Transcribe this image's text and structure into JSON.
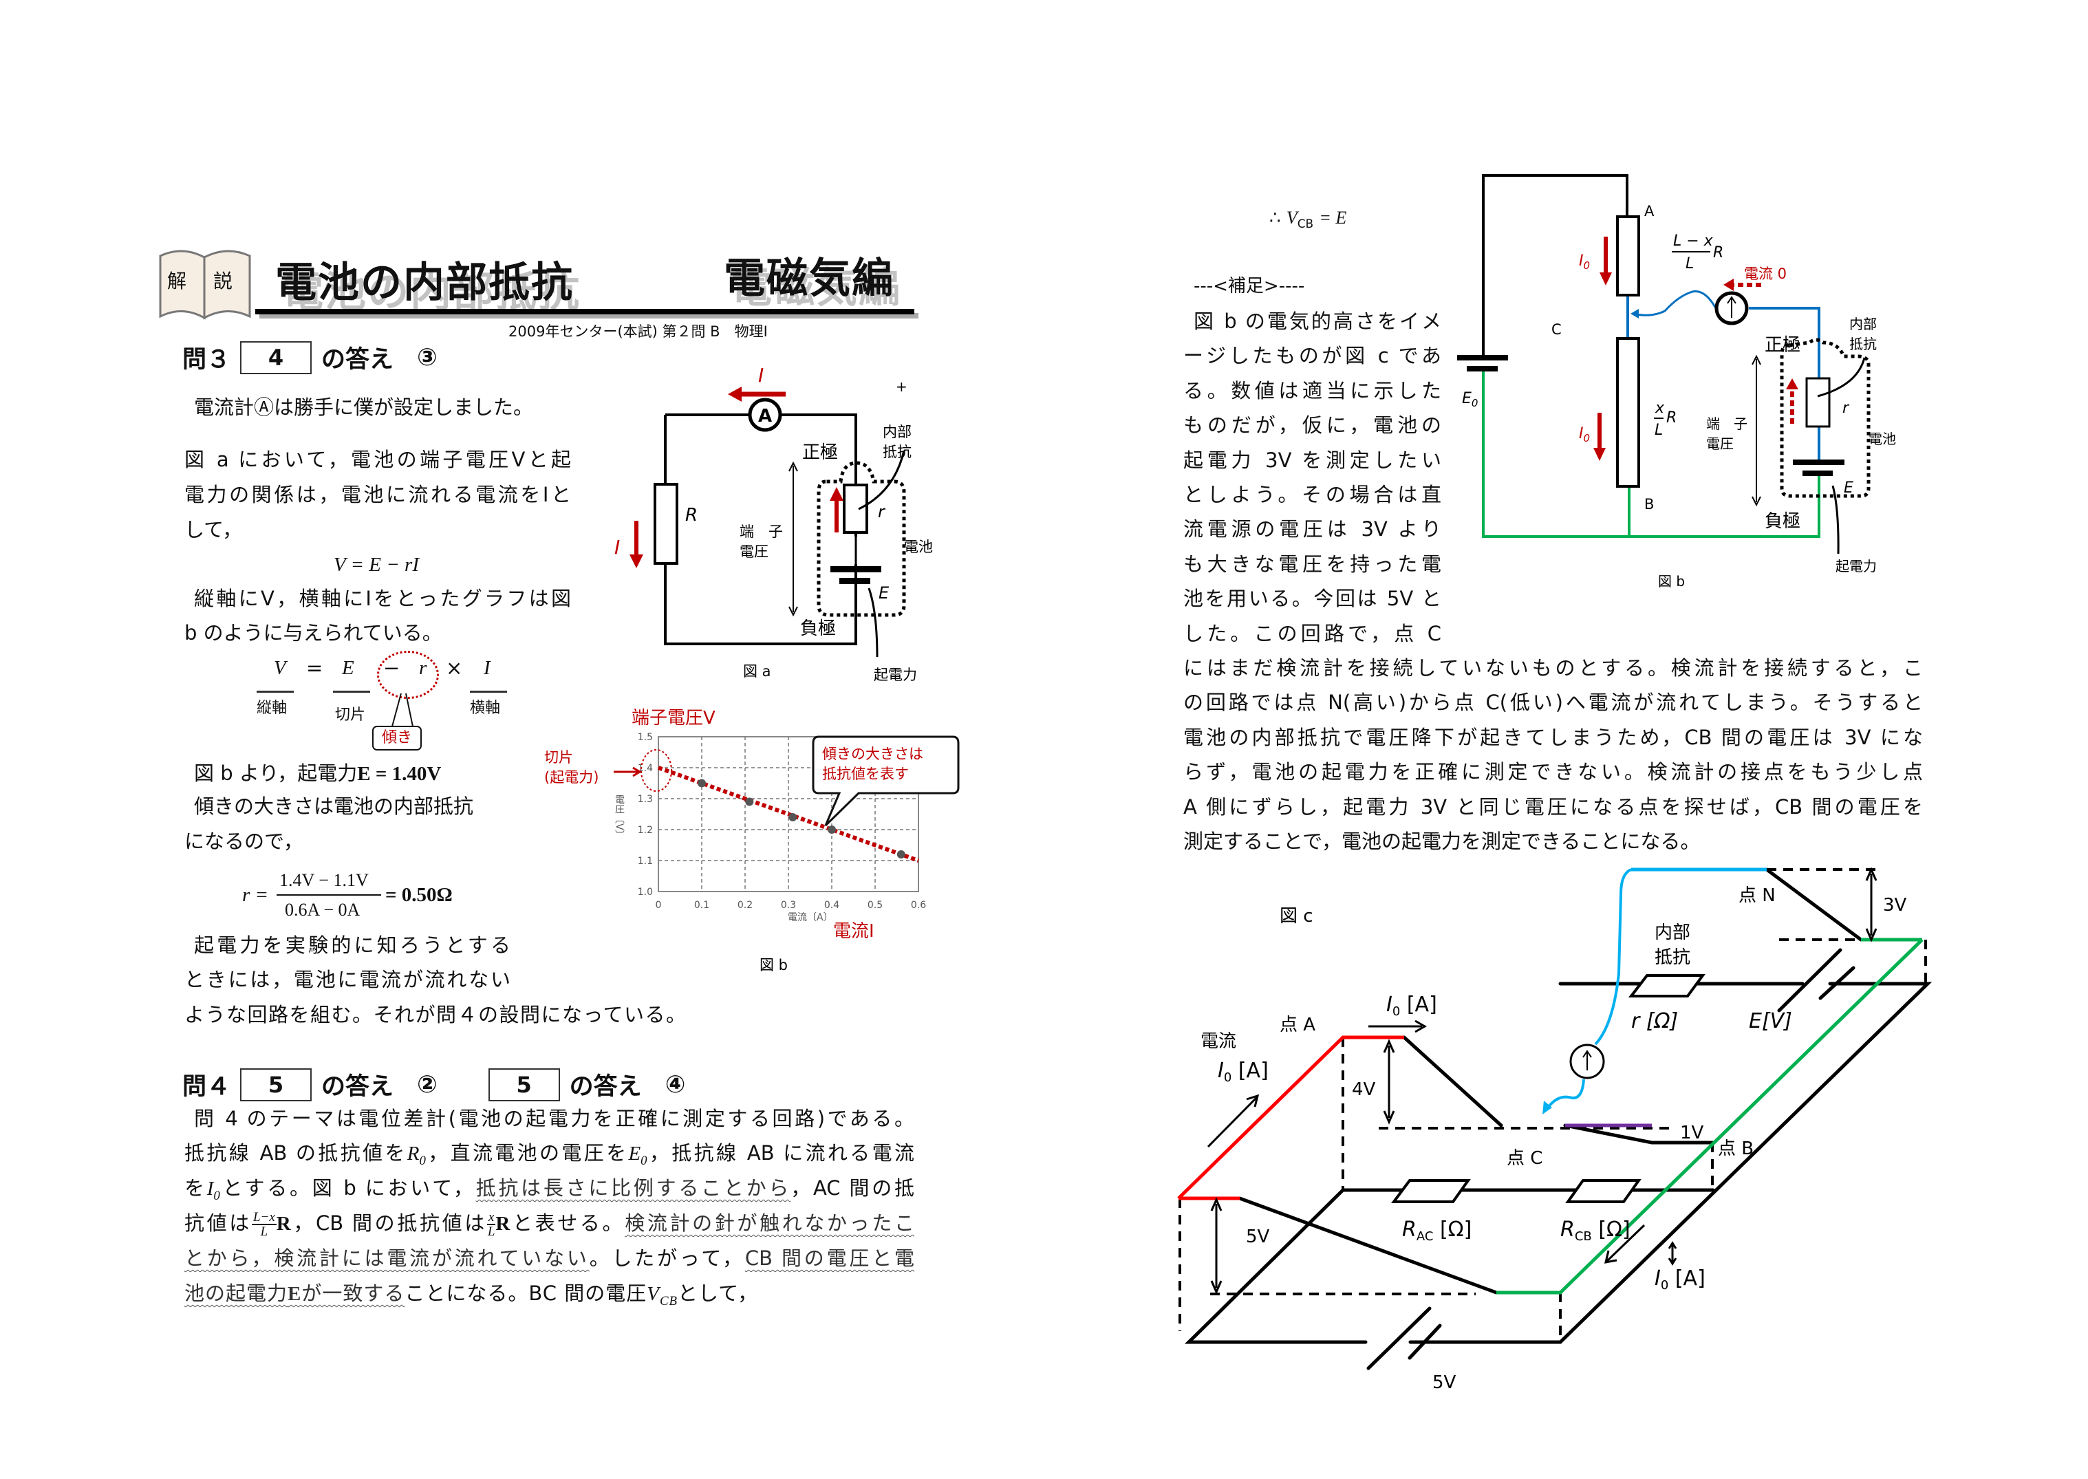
{
  "header": {
    "badge": [
      "解",
      "説"
    ],
    "title": "電池の内部抵抗",
    "category": "電磁気編",
    "source": "2009年センター(本試) 第２問 B　物理Ⅰ"
  },
  "q3": {
    "label": "問３",
    "box": "4",
    "answer_label": "の答え",
    "answer": "③"
  },
  "left": {
    "p1": "電流計Ⓐは勝手に僕が設定しました。",
    "p2": [
      "図 a において，電池の端子電圧Vと起",
      "電力の関係は，電池に流れる電流をIと",
      "して，"
    ],
    "eq1": "V = E − rI",
    "p3": [
      "縦軸にV，横軸にIをとったグラフは図",
      "b のように与えられている。"
    ],
    "eq2": {
      "terms": [
        "V",
        "=",
        "E",
        "−",
        "r",
        "×",
        "I"
      ],
      "labels": [
        "縦軸",
        "切片",
        "傾き",
        "横軸"
      ]
    },
    "p4_text": "図 b より，起電力",
    "p4_math": "E = 1.40V",
    "p5": [
      "傾きの大きさは電池の内部抵抗",
      "になるので，"
    ],
    "eq3": {
      "lhs": "r =",
      "numerator": "1.4V − 1.1V",
      "denominator": "0.6A − 0A",
      "result": "= 0.50Ω"
    },
    "p6": [
      "起電力を実験的に知ろうとする",
      "ときには，電池に電流が流れない",
      "ような回路を組む。それが問４の設問になっている。"
    ]
  },
  "fig_a": {
    "caption": "図 a",
    "ammeter": "A",
    "current": "I",
    "resistor": "R",
    "plus": "+",
    "positive": "正極",
    "negative": "負極",
    "internal": [
      "内部",
      "抵抗"
    ],
    "terminal": [
      "端　子",
      "電圧"
    ],
    "battery": "電池",
    "r": "r",
    "E": "E",
    "emf": "起電力"
  },
  "chart_data": {
    "type": "scatter",
    "title": "端子電圧V",
    "xlabel": "電流〔A〕",
    "ylabel": "電圧〔V〕",
    "xlim": [
      0,
      0.6
    ],
    "ylim": [
      1.0,
      1.5
    ],
    "xticks": [
      "0",
      "0.1",
      "0.2",
      "0.3",
      "0.4",
      "0.5",
      "0.6"
    ],
    "yticks": [
      "1.0",
      "1.1",
      "1.2",
      "1.3",
      "1.4",
      "1.5"
    ],
    "grid": true,
    "points": [
      {
        "x": 0.1,
        "y": 1.35
      },
      {
        "x": 0.21,
        "y": 1.29
      },
      {
        "x": 0.31,
        "y": 1.24
      },
      {
        "x": 0.4,
        "y": 1.2
      },
      {
        "x": 0.56,
        "y": 1.12
      }
    ],
    "fit_line": {
      "x": [
        0,
        0.6
      ],
      "y": [
        1.4,
        1.1
      ]
    },
    "annotations": {
      "intercept": [
        "切片",
        "(起電力)"
      ],
      "slope_note": [
        "傾きの大きさは",
        "抵抗値を表す"
      ],
      "x_note": "電流I"
    },
    "caption": "図 b",
    "accent": "#c00000"
  },
  "q4": {
    "label": "問４",
    "box1": "5",
    "answer_label": "の答え",
    "a1": "②",
    "box2": "5",
    "a2": "④",
    "l1": "問 4 のテーマは電位差計(電池の起電力を正確に測定する回路)である。",
    "l2": [
      "抵抗線 AB の抵抗値を",
      "R",
      "0",
      "，直流電池の電圧を",
      "E",
      "0",
      "，抵抗線 AB に流れる電流"
    ],
    "l3": [
      "を",
      "I",
      "0",
      "とする。図 b において，",
      "抵抗は長さに比例することから",
      "，AC 間の抵"
    ],
    "l4": [
      "抗値は",
      "L−x",
      "L",
      "R",
      "，CB 間の抵抗値は",
      "x",
      "L",
      "R",
      "と表せる。",
      "検流計の針が触れなかったこ"
    ],
    "l5": [
      "とから，検流計には電流が流れていない",
      "。したがって，",
      "CB 間の電圧と電"
    ],
    "l6": [
      "池の起電力",
      "E",
      "が一致する",
      "ことになる。BC 間の電圧",
      "V",
      "CB",
      "として，"
    ]
  },
  "right": {
    "therefore": "∴",
    "vcb_v": "V",
    "vcb_sub": "CB",
    "vcb_rhs": "= E",
    "supplement": "---<補足>----",
    "narrow": [
      "図 b の電気的高さをイメ",
      "ージしたものが図 c であ",
      "る。数値は適当に示した",
      "ものだが，仮に，電池の",
      "起電力 3V を測定したい",
      "としよう。その場合は直",
      "流電源の電圧は 3V より",
      "も大きな電圧を持った電",
      "池を用いる。今回は 5V と",
      "した。この回路で，点 C"
    ],
    "wide": [
      "にはまだ検流計を接続していないものとする。検流計を接続すると，こ",
      "の回路では点 N(高い)から点 C(低い)へ電流が流れてしまう。そうすると",
      "電池の内部抵抗で電圧降下が起きてしまうため，CB 間の電圧は 3V にな",
      "らず，電池の起電力を正確に測定できない。検流計の接点をもう少し点",
      "A 側にずらし，起電力 3V と同じ電圧になる点を探せば，CB 間の電圧を",
      "測定することで，電池の起電力を測定できることになる。"
    ]
  },
  "fig_b_circuit": {
    "caption": "図 b",
    "A": "A",
    "B": "B",
    "C": "C",
    "E0": "E",
    "E0_sub": "0",
    "I0": "I",
    "I0_sub": "0",
    "upper_num": "L − x",
    "upper_den": "L",
    "upper_R": "R",
    "lower_num": "x",
    "lower_den": "L",
    "lower_R": "R",
    "zero_current": "電流 0",
    "positive": "正極",
    "negative": "負極",
    "internal": [
      "内部",
      "抵抗"
    ],
    "terminal": [
      "端　子",
      "電圧"
    ],
    "battery": "電池",
    "r": "r",
    "E": "E",
    "emf": "起電力"
  },
  "fig_c": {
    "caption": "図 c",
    "pointN": "点 N",
    "v3": "3V",
    "internal": [
      "内部",
      "抵抗"
    ],
    "r": "r [Ω]",
    "E": "E[V]",
    "current": "電流",
    "I0": "I",
    "I0_sub": "0",
    "amp": " [A]",
    "pointA": "点 A",
    "v4": "4V",
    "pointC": "点 C",
    "v1": "1V",
    "pointB": "点 B",
    "v5": "5V",
    "RAC": "R",
    "RAC_sub": "AC",
    "RCB": "R",
    "RCB_sub": "CB",
    "ohm": " [Ω]",
    "v5_source": "5V",
    "colors": {
      "red": "#ff0000",
      "green": "#00b050",
      "blue": "#00b0f0",
      "purple": "#7030a0"
    }
  }
}
